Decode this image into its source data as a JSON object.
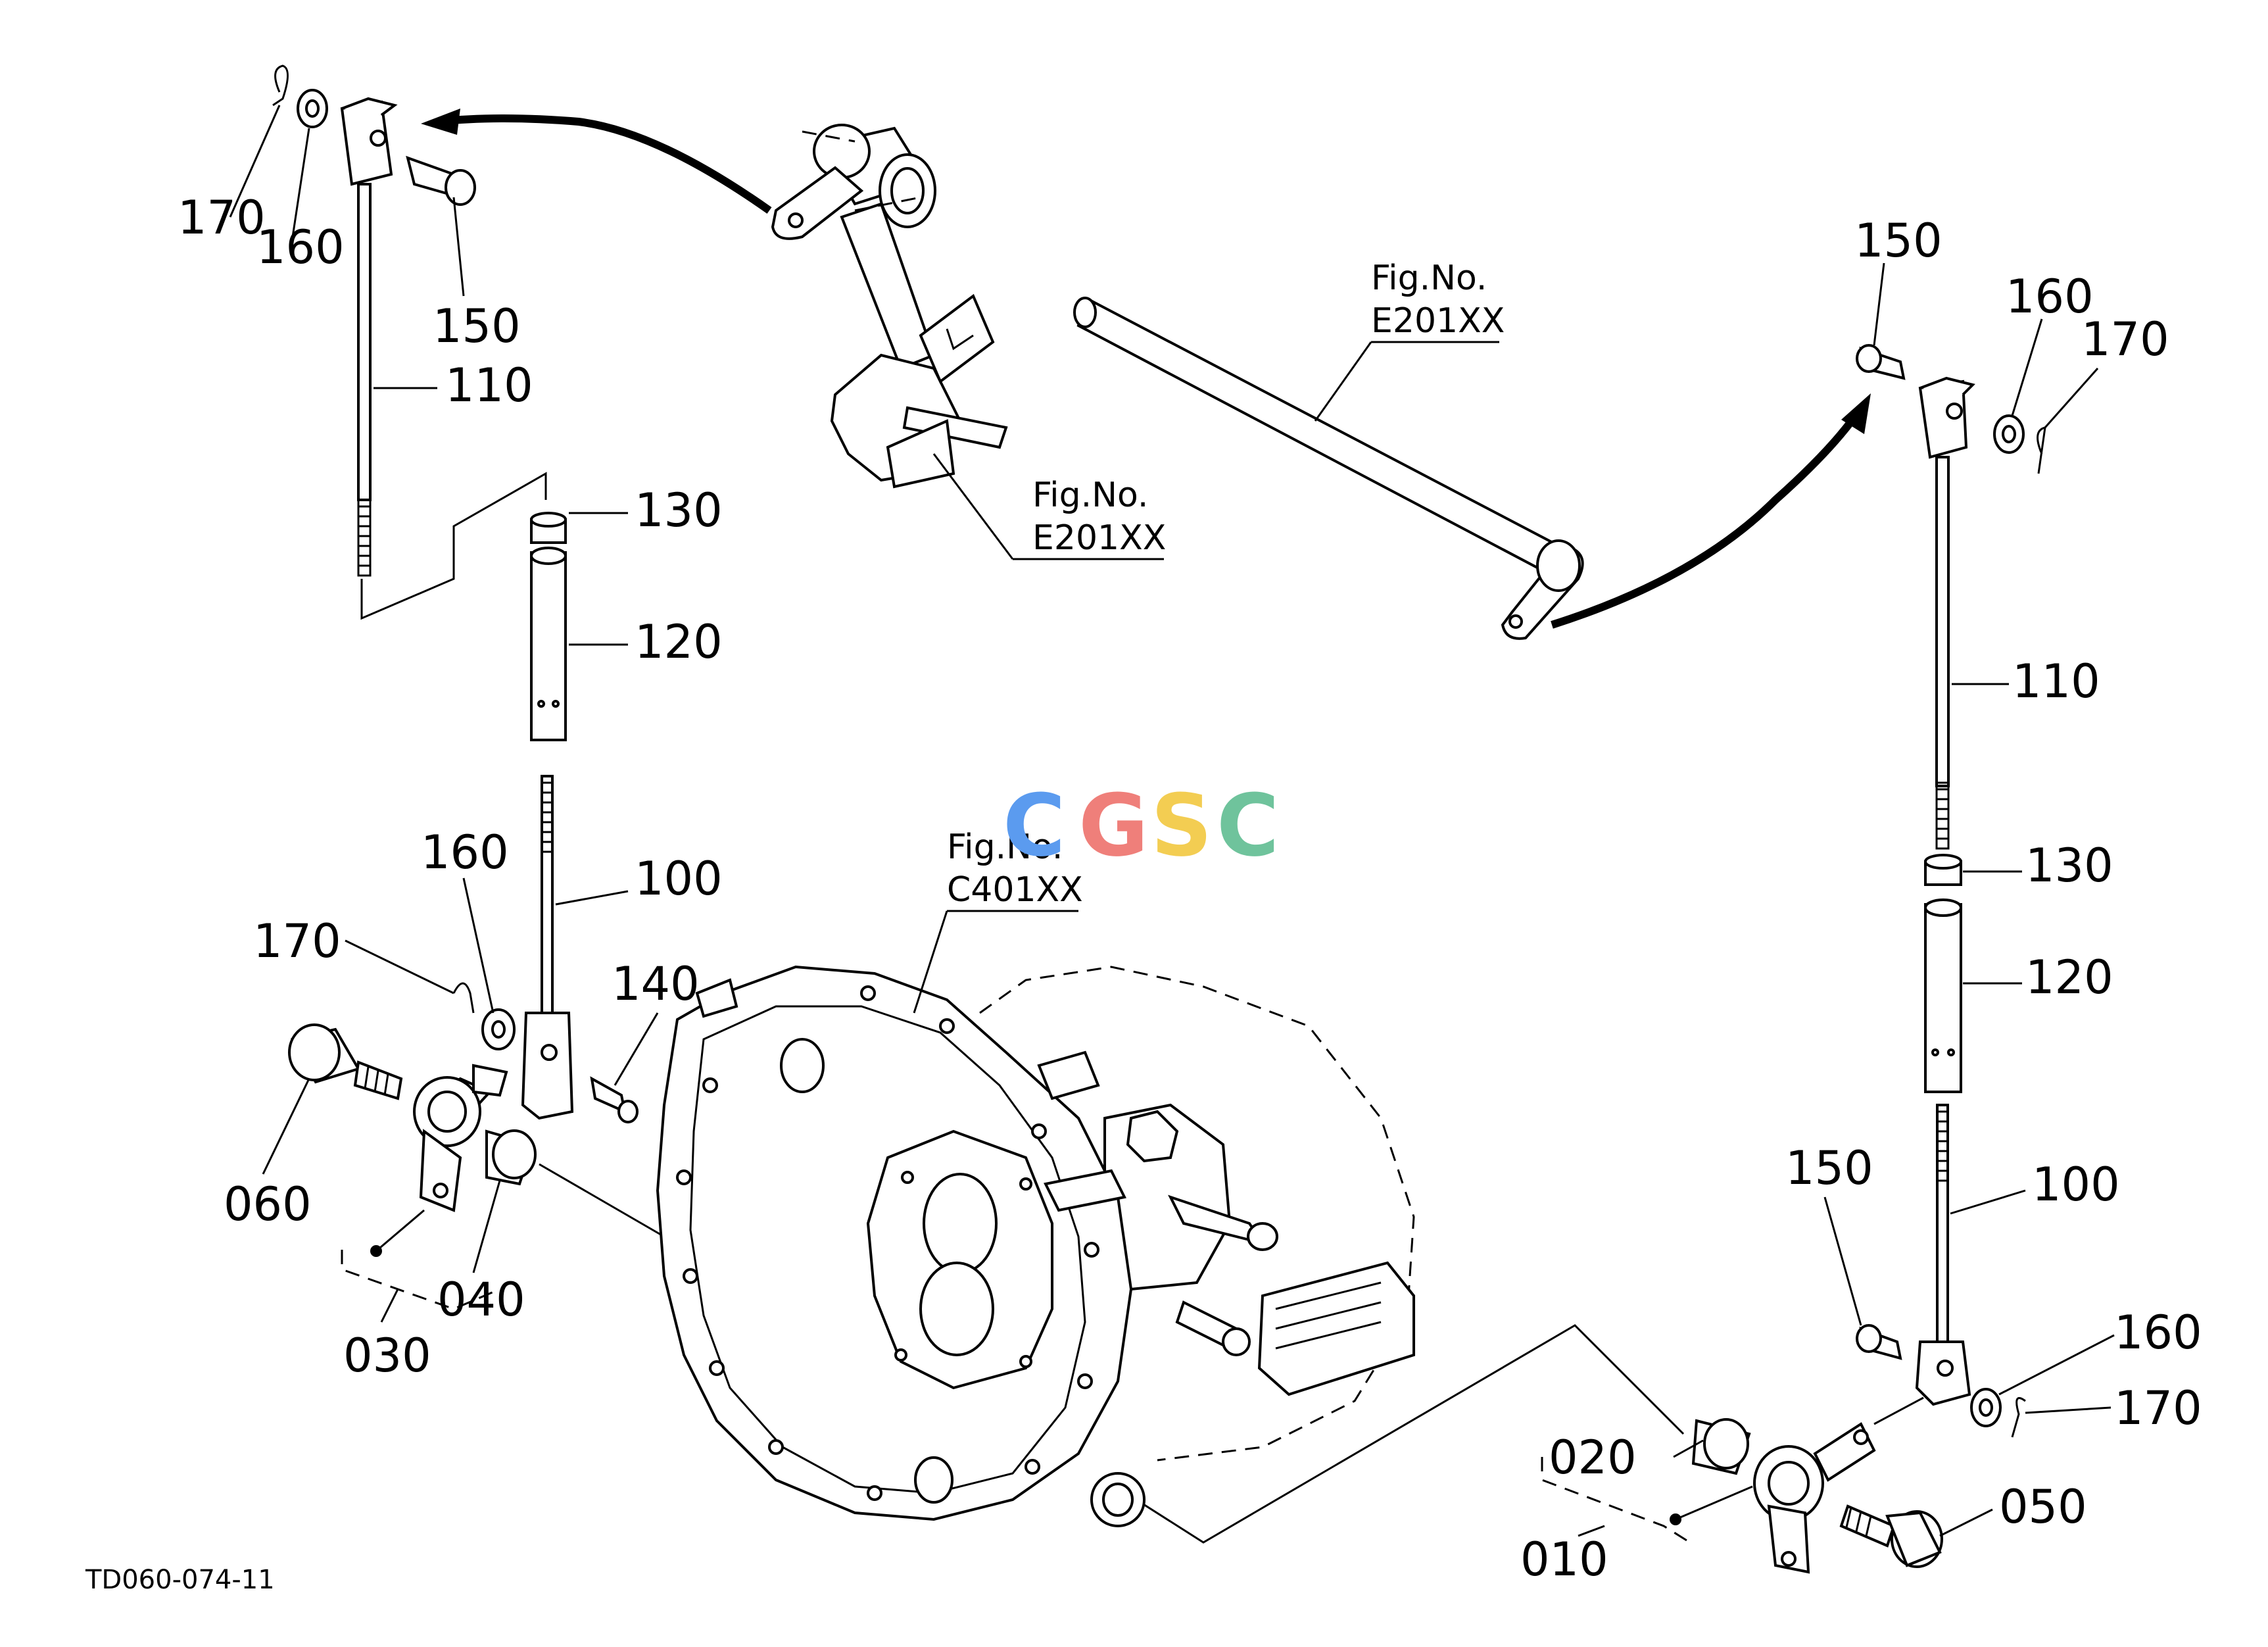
{
  "labels": {
    "l_170_a": "170",
    "l_160_a": "160",
    "l_150_a": "150",
    "l_110_a": "110",
    "l_130_a": "130",
    "l_120_a": "120",
    "l_160_b": "160",
    "l_100_a": "100",
    "l_170_b": "170",
    "l_140": "140",
    "l_060": "060",
    "l_040": "040",
    "l_030": "030",
    "l_150_r": "150",
    "l_160_r": "160",
    "l_170_r": "170",
    "l_110_r": "110",
    "l_130_r": "130",
    "l_120_r": "120",
    "l_150_r2": "150",
    "l_100_r": "100",
    "l_160_r2": "160",
    "l_170_r2": "170",
    "l_020": "020",
    "l_050": "050",
    "l_010": "010"
  },
  "references": {
    "ref1_title": "Fig.No.",
    "ref1_code": "E201XX",
    "ref2_title": "Fig.No.",
    "ref2_code": "E201XX",
    "ref3_title": "Fig.No.",
    "ref3_code": "C401XX"
  },
  "watermark": {
    "c1": "C",
    "g": "G",
    "s": "S",
    "c2": "C",
    "colors": [
      "#5b9bef",
      "#ef7f7a",
      "#f3cd52",
      "#6fc39c"
    ]
  },
  "drawing_code": "TD060-074-11"
}
